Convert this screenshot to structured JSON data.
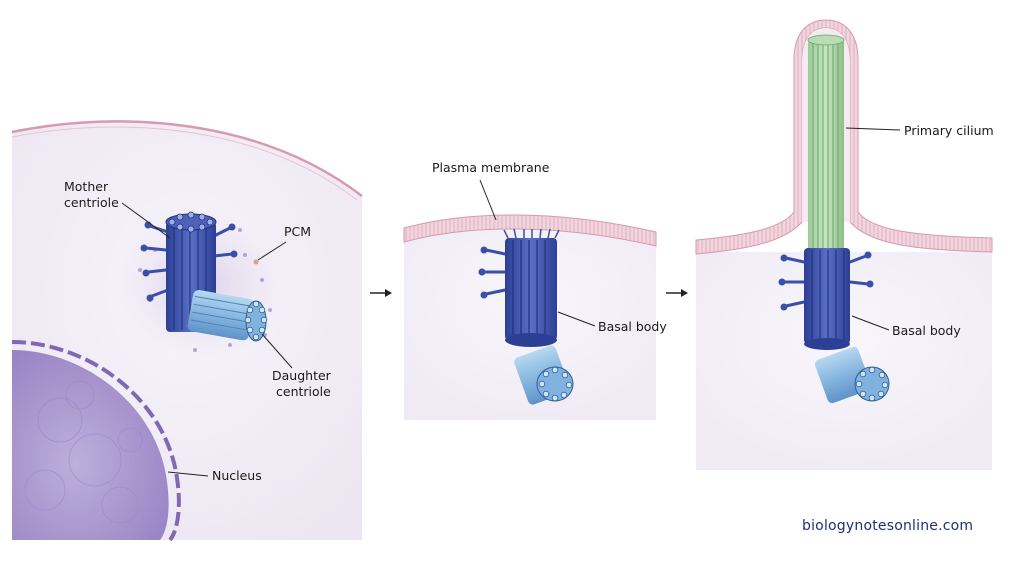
{
  "labels": {
    "mother_centriole_line1": "Mother",
    "mother_centriole_line2": "centriole",
    "pcm": "PCM",
    "daughter_centriole_line1": "Daughter",
    "daughter_centriole_line2": "centriole",
    "nucleus": "Nucleus",
    "plasma_membrane": "Plasma membrane",
    "basal_body_stage2": "Basal body",
    "basal_body_stage3": "Basal body",
    "primary_cilium": "Primary cilium"
  },
  "watermark": "biologynotesonline.com",
  "colors": {
    "cytoplasm": "#f3eff7",
    "membrane": "#d9a3b4",
    "nucleus": "#a893cc",
    "mother_centriole": "#3a4fa8",
    "daughter_centriole": "#8fbde3",
    "cilium": "#a9d6a6",
    "watermark": "#1f2f7a"
  }
}
